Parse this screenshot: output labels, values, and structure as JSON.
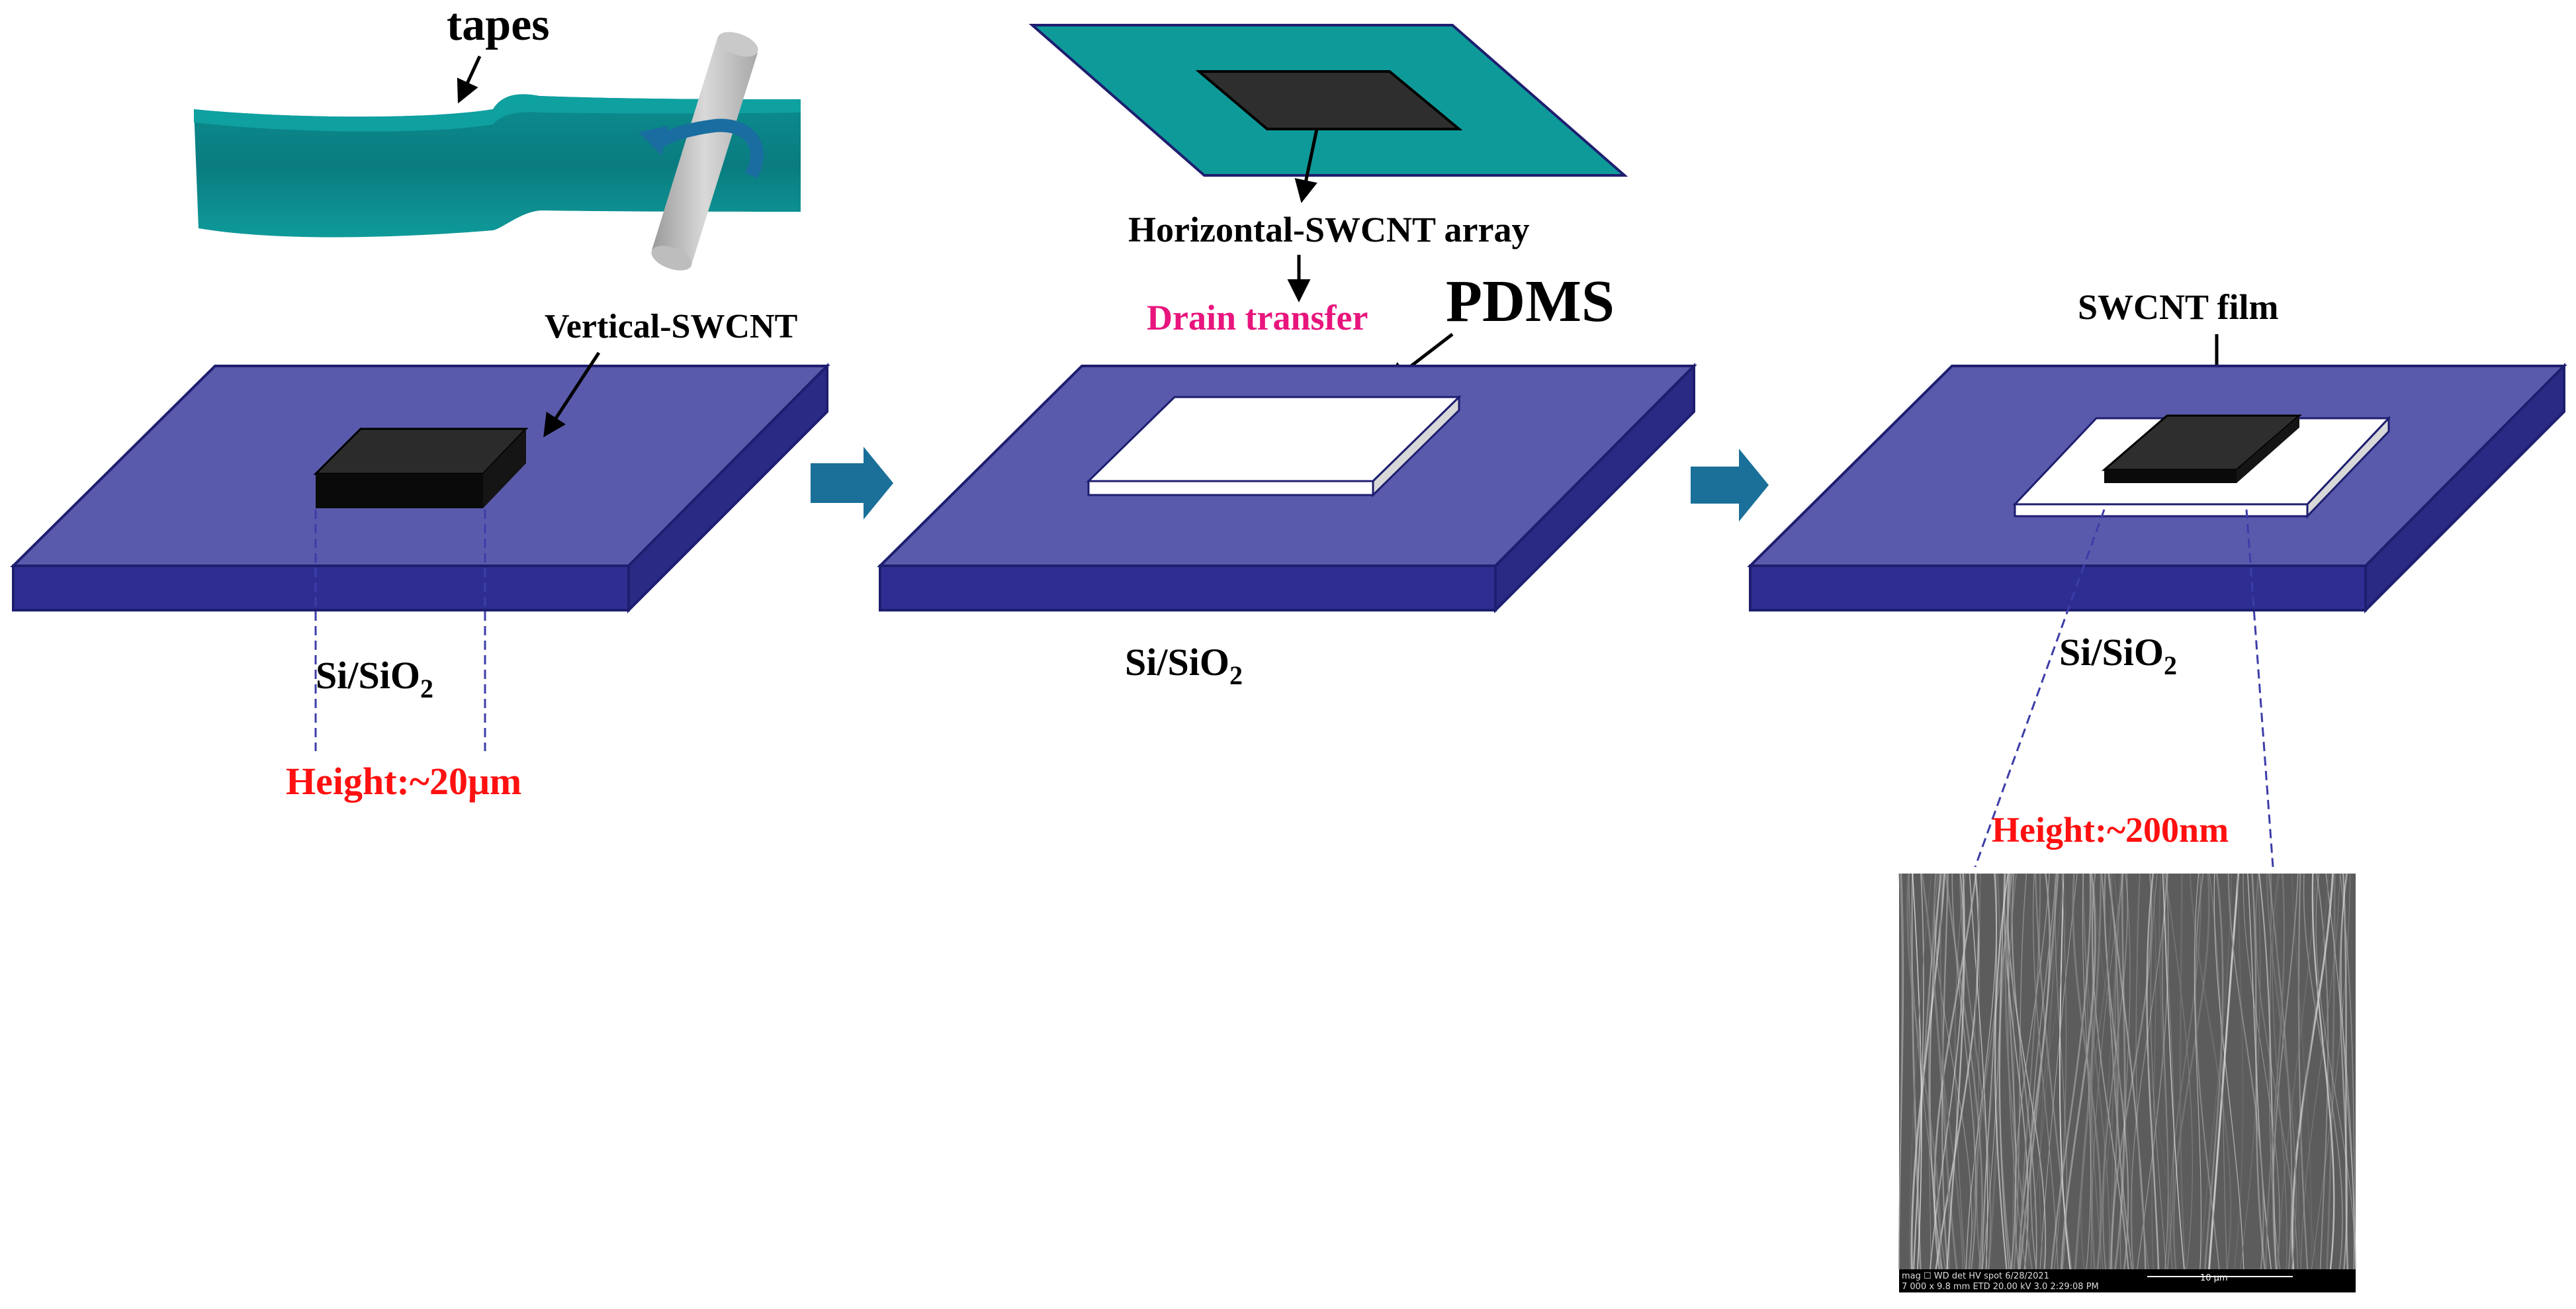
{
  "labels": {
    "tapes": "tapes",
    "vertical_swcnt": "Vertical-SWCNT",
    "horizontal_swcnt": "Horizontal-SWCNT array",
    "drain_transfer": "Drain transfer",
    "pdms": "PDMS",
    "swcnt_film": "SWCNT film",
    "substrate_1": "Si/SiO",
    "substrate_2": "Si/SiO",
    "substrate_3": "Si/SiO",
    "substrate_sub": "2",
    "height_1": "Height:~20μm",
    "height_2": "Height:~200nm"
  },
  "sem_info": {
    "row1": "mag ☐    WD    det    HV    spot  6/28/2021",
    "row2": "7 000 x  9.8 mm  ETD  20.00 kV  3.0  2:29:08 PM",
    "scale": "10 μm"
  },
  "colors": {
    "substrate_top": "#5a5aad",
    "substrate_side": "#2e2e92",
    "tape_teal": "#0f9a9a",
    "arrow_blue": "#1a7099",
    "red_text": "#ff1010",
    "pink_text": "#e8157d",
    "dashed_line": "#3d3da8"
  }
}
